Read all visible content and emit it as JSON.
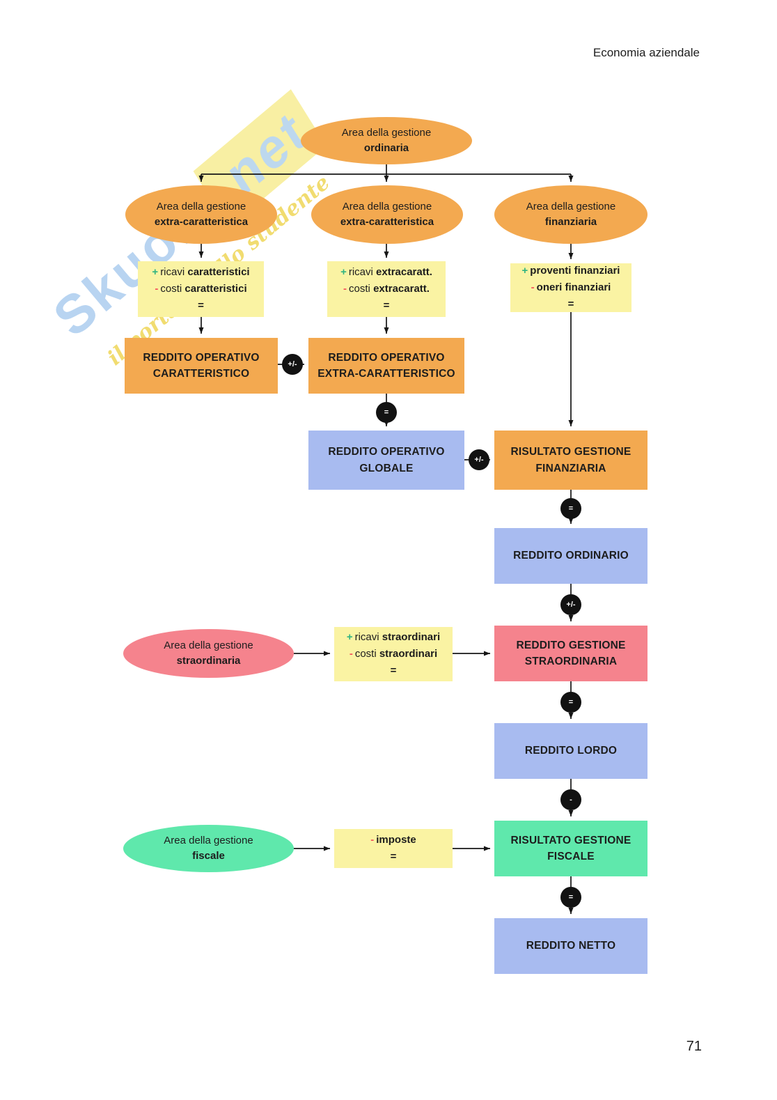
{
  "page": {
    "header": "Economia aziendale",
    "number": "71"
  },
  "watermark": {
    "brand": "Skuola",
    "suffix": ".net",
    "tagline": "il portale dello studente"
  },
  "colors": {
    "orange": "#F3A950",
    "yellow": "#FAF3A3",
    "blue": "#A8BBF0",
    "red": "#F5838D",
    "green": "#5FE8AC",
    "plus_sign": "#2FB380",
    "minus_sign": "#F4545C",
    "operator_bg": "#121212"
  },
  "areas": {
    "ordinaria": {
      "line1": "Area della gestione",
      "line2": "ordinaria"
    },
    "extra_caratteristica_1": {
      "line1": "Area della gestione",
      "line2": "extra-caratteristica"
    },
    "extra_caratteristica_2": {
      "line1": "Area della gestione",
      "line2": "extra-caratteristica"
    },
    "finanziaria": {
      "line1": "Area della gestione",
      "line2": "finanziaria"
    },
    "straordinaria": {
      "line1": "Area della gestione",
      "line2": "straordinaria"
    },
    "fiscale": {
      "line1": "Area della gestione",
      "line2": "fiscale"
    }
  },
  "formulas": {
    "caratteristica": {
      "rows": [
        {
          "sign": "+",
          "pre": "ricavi ",
          "bold": "caratteristici"
        },
        {
          "sign": "-",
          "pre": "costi ",
          "bold": "caratteristici"
        }
      ],
      "equals": "="
    },
    "extracaratteristica": {
      "rows": [
        {
          "sign": "+",
          "pre": "ricavi ",
          "bold": "extracaratt."
        },
        {
          "sign": "-",
          "pre": "costi ",
          "bold": "extracaratt."
        }
      ],
      "equals": "="
    },
    "finanziaria": {
      "rows": [
        {
          "sign": "+",
          "pre": "",
          "bold": "proventi finanziari"
        },
        {
          "sign": "-",
          "pre": "",
          "bold": "oneri finanziari"
        }
      ],
      "equals": "="
    },
    "straordinaria": {
      "rows": [
        {
          "sign": "+",
          "pre": "ricavi ",
          "bold": "straordinari"
        },
        {
          "sign": "-",
          "pre": "costi ",
          "bold": "straordinari"
        }
      ],
      "equals": "="
    },
    "fiscale": {
      "rows": [
        {
          "sign": "-",
          "pre": "",
          "bold": "imposte"
        }
      ],
      "equals": "="
    }
  },
  "results": {
    "reddito_operativo_caratteristico": {
      "line1": "REDDITO OPERATIVO",
      "line2": "CARATTERISTICO"
    },
    "reddito_operativo_extra": {
      "line1": "REDDITO OPERATIVO",
      "line2": "EXTRA-CARATTERISTICO"
    },
    "reddito_operativo_globale": {
      "line1": "REDDITO OPERATIVO",
      "line2": "GLOBALE"
    },
    "risultato_gestione_finanziaria": {
      "line1": "RISULTATO GESTIONE",
      "line2": "FINANZIARIA"
    },
    "reddito_ordinario": {
      "line1": "REDDITO ORDINARIO"
    },
    "reddito_gestione_straordinaria": {
      "line1": "REDDITO GESTIONE",
      "line2": "STRAORDINARIA"
    },
    "reddito_lordo": {
      "line1": "REDDITO LORDO"
    },
    "risultato_gestione_fiscale": {
      "line1": "RISULTATO GESTIONE",
      "line2": "FISCALE"
    },
    "reddito_netto": {
      "line1": "REDDITO NETTO"
    }
  },
  "operators": {
    "op1": "+/-",
    "op2": "=",
    "op3": "+/-",
    "op4": "=",
    "op5": "+/-",
    "op6": "=",
    "op7": "-",
    "op8": "="
  }
}
